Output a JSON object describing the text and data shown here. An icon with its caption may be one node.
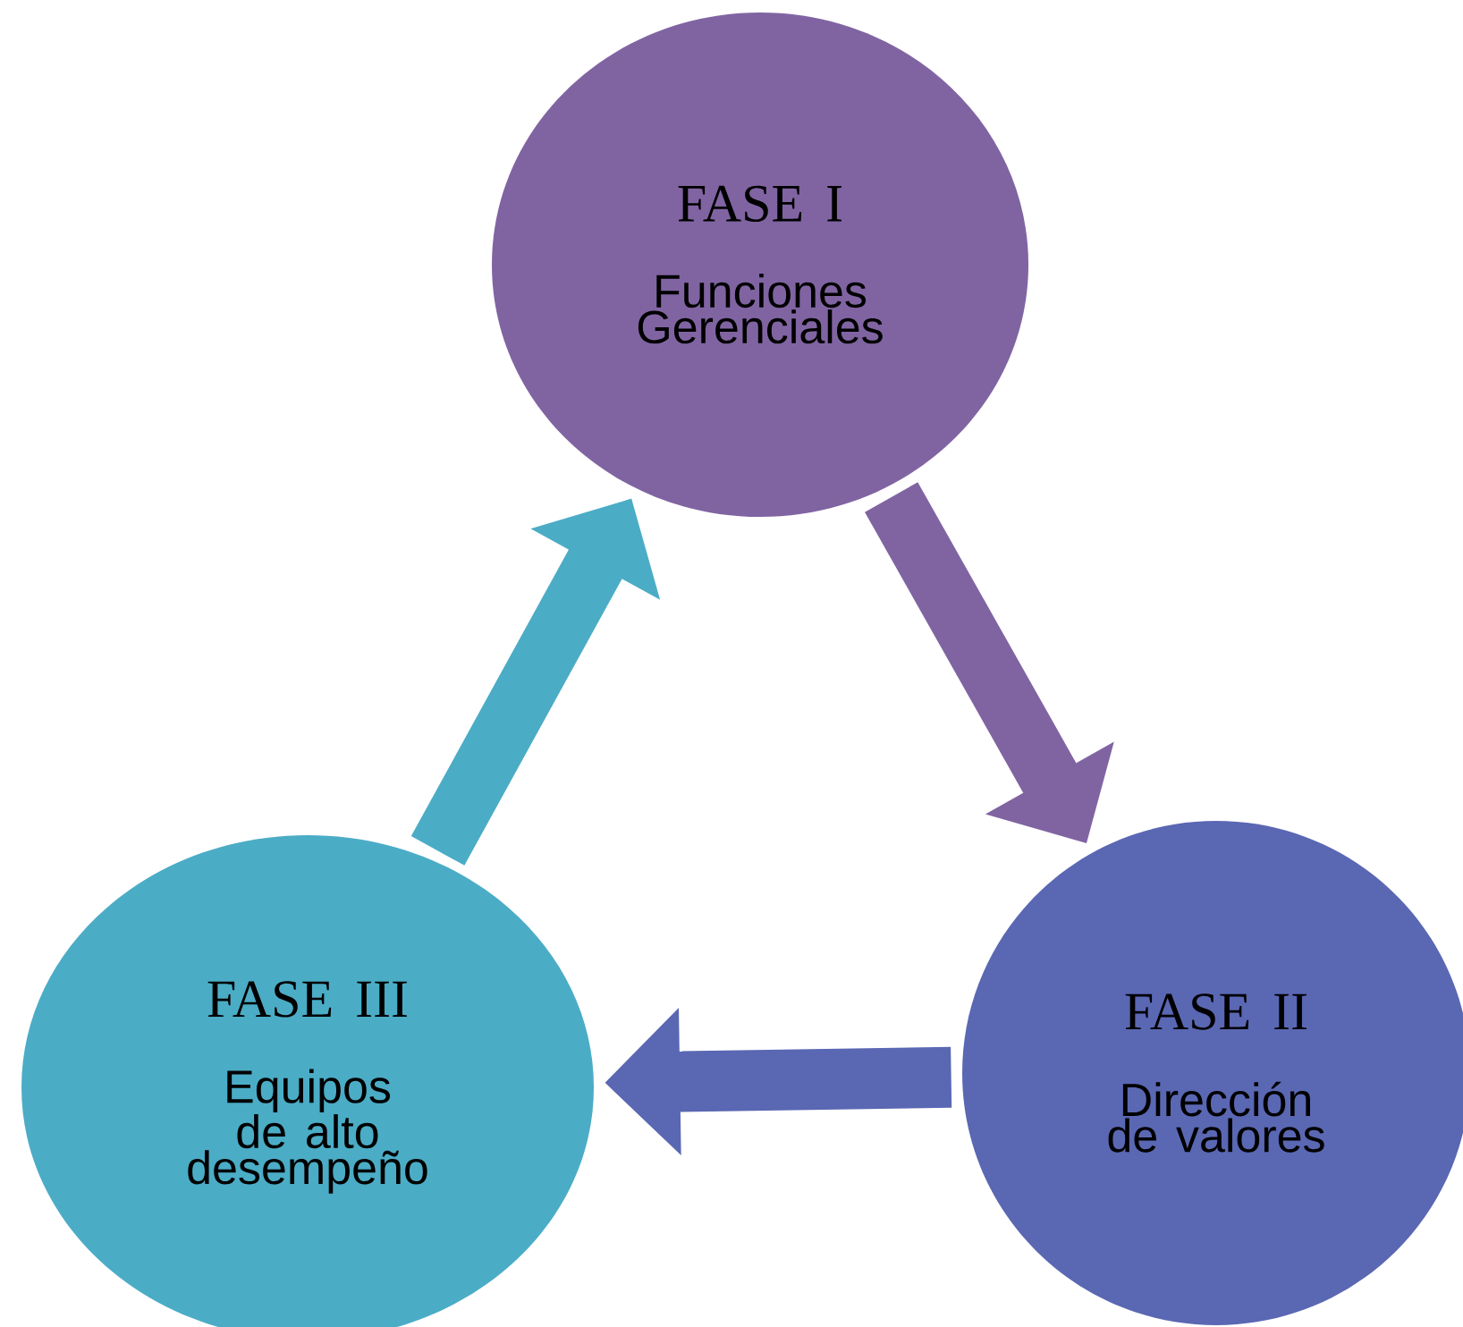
{
  "diagram": {
    "nodes": [
      {
        "text": [
          "FASE I",
          "Funciones Gerenciales"
        ]
      },
      {
        "text": [
          "FASE II",
          "Dirección de valores"
        ]
      },
      {
        "text": [
          "FASE III",
          "Equipos de alto desempeño"
        ]
      }
    ],
    "edges": [
      {
        "from": 0,
        "to": 1,
        "arrow": "to",
        "color": "#8064a2"
      },
      {
        "from": 1,
        "to": 2,
        "arrow": "to",
        "color": "#5a67b3"
      },
      {
        "from": 2,
        "to": 0,
        "arrow": "to",
        "color": "#4bacc6"
      }
    ]
  }
}
